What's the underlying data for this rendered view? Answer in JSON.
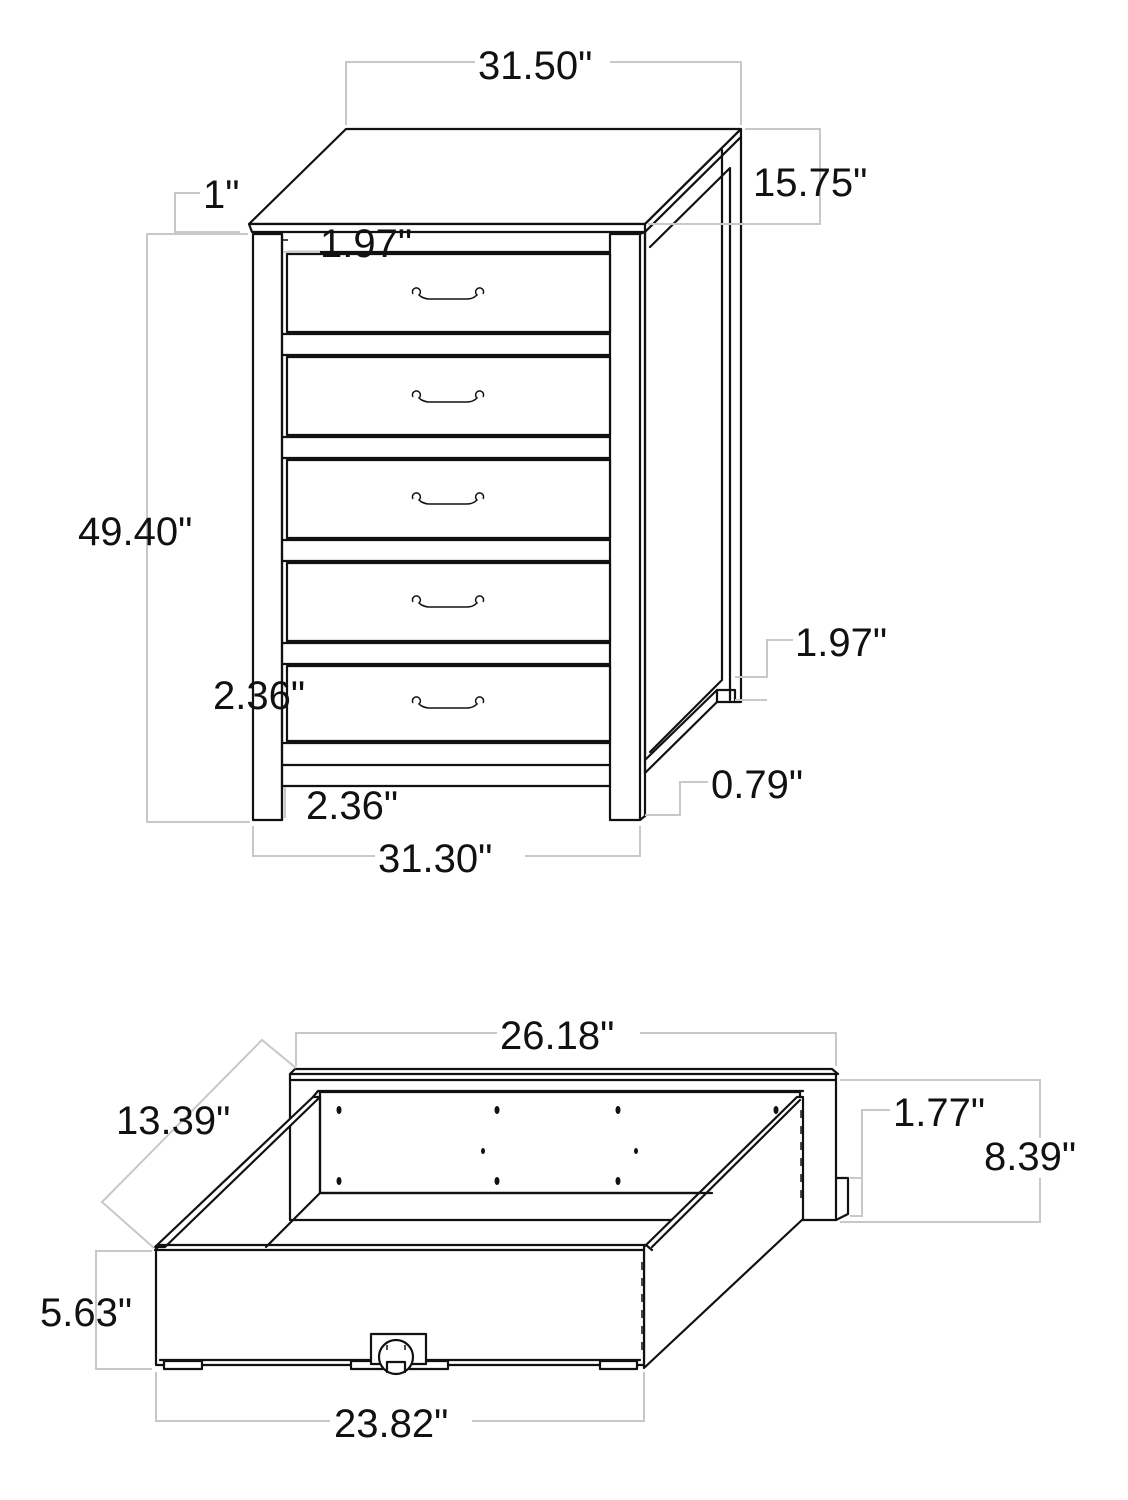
{
  "figure": {
    "top_view": {
      "name": "chest-of-drawers",
      "drawer_count": 5,
      "labels": {
        "top_width": "31.50\"",
        "top_depth": "15.75\"",
        "top_thickness": "1\"",
        "rail_gap_top": "1.97\"",
        "overall_height": "49.40\"",
        "side_rail": "1.97\"",
        "leg_width": "2.36\"",
        "bottom_rail": "2.36\"",
        "leg_clearance": "0.79\"",
        "base_width": "31.30\""
      }
    },
    "bottom_view": {
      "name": "drawer-box",
      "labels": {
        "front_width": "26.18\"",
        "depth": "13.39\"",
        "side_offset": "1.77\"",
        "front_height": "8.39\"",
        "box_height": "5.63\"",
        "box_width": "23.82\""
      }
    },
    "colors": {
      "line": "#111111",
      "dimension_line": "#c8c8c8",
      "background": "#ffffff"
    }
  }
}
